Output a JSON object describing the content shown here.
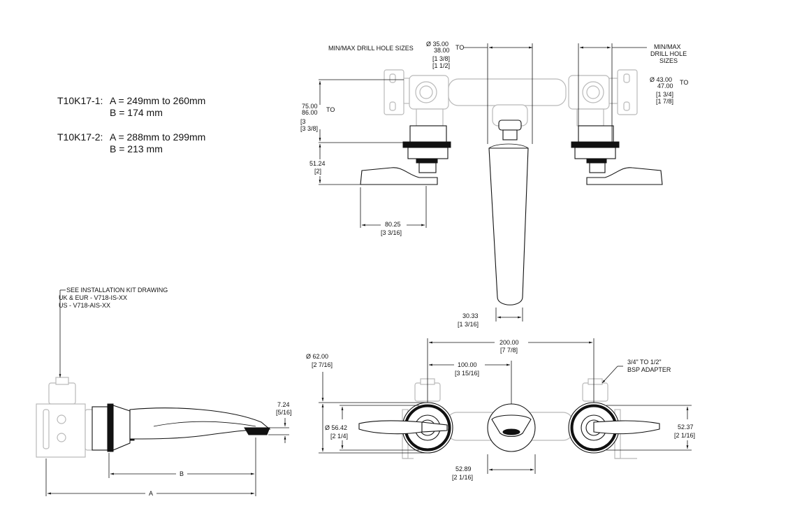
{
  "specs": [
    {
      "model": "T10K17-1:",
      "a_line": "A = 249mm to 260mm",
      "b_line": "B = 174 mm"
    },
    {
      "model": "T10K17-2:",
      "a_line": "A = 288mm to 299mm",
      "b_line": "B = 213 mm"
    }
  ],
  "top_view": {
    "left_drill_label": "MIN/MAX DRILL HOLE SIZES",
    "left_drill_dia_1": "Ø 35.00",
    "left_drill_dia_2": "38.00",
    "left_drill_to": "TO",
    "left_drill_in_1": "[1 3/8]",
    "left_drill_in_2": "[1 1/2]",
    "right_drill_label_1": "MIN/MAX",
    "right_drill_label_2": "DRILL HOLE",
    "right_drill_label_3": "SIZES",
    "right_drill_dia_1": "Ø 43.00",
    "right_drill_dia_2": "47.00",
    "right_drill_to": "TO",
    "right_drill_in_1": "[1 3/4]",
    "right_drill_in_2": "[1 7/8]",
    "depth_1": "75.00",
    "depth_2": "86.00",
    "depth_to": "TO",
    "depth_in_1": "[3",
    "depth_in_2": "[3 3/8]",
    "handle_h": "51.24",
    "handle_h_in": "[2]",
    "handle_w": "80.25",
    "handle_w_in": "[3 3/16]",
    "spout_w": "30.33",
    "spout_w_in": "[1 3/16]"
  },
  "side_view": {
    "note_1": "SEE INSTALLATION KIT DRAWING",
    "note_2": "UK & EUR - V718-IS-XX",
    "note_3": "US - V718-AIS-XX",
    "tip_h": "7.24",
    "tip_h_in": "[5/16]",
    "dim_b": "B",
    "dim_a": "A"
  },
  "front_view": {
    "outer_dia": "Ø  62.00",
    "outer_dia_in": "[2 7/16]",
    "inner_dia": "Ø 56.42",
    "inner_dia_in": "[2 1/4]",
    "span": "200.00",
    "span_in": "[7 7/8]",
    "half_span": "100.00",
    "half_span_in": "[3 15/16]",
    "adapter_1": "3/4\" TO 1/2\"",
    "adapter_2": "BSP ADAPTER",
    "height": "52.37",
    "height_in": "[2 1/16]",
    "spout_dia": "52.89",
    "spout_dia_in": "[2 1/16]"
  }
}
